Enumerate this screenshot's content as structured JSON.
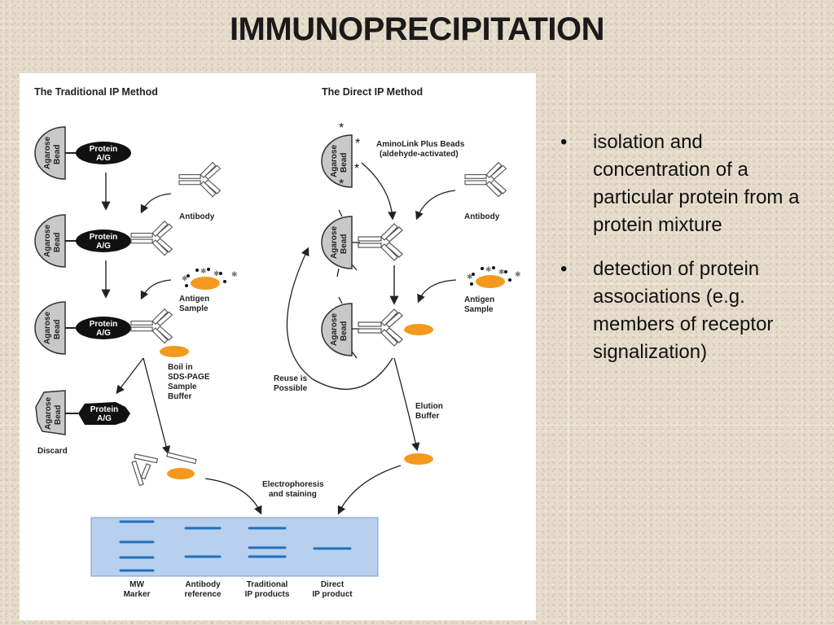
{
  "title": "IMMUNOPRECIPITATION",
  "diagram": {
    "traditional_header": "The Traditional IP Method",
    "direct_header": "The Direct IP Method",
    "bead_label_1": "Agarose",
    "bead_label_2": "Bead",
    "protein_label_1": "Protein",
    "protein_label_2": "A/G",
    "antibody_label": "Antibody",
    "antigen_label_1": "Antigen",
    "antigen_label_2": "Sample",
    "aminolink_1": "AminoLink Plus Beads",
    "aminolink_2": "(aldehyde-activated)",
    "boil_1": "Boil in",
    "boil_2": "SDS-PAGE",
    "boil_3": "Sample",
    "boil_4": "Buffer",
    "discard": "Discard",
    "reuse_1": "Reuse is",
    "reuse_2": "Possible",
    "elution_1": "Elution",
    "elution_2": "Buffer",
    "electro_1": "Electrophoresis",
    "electro_2": "and staining",
    "lanes": [
      {
        "line1": "MW",
        "line2": "Marker"
      },
      {
        "line1": "Antibody",
        "line2": "reference"
      },
      {
        "line1": "Traditional",
        "line2": "IP products"
      },
      {
        "line1": "Direct",
        "line2": "IP product"
      }
    ],
    "colors": {
      "antigen": "#f39a1e",
      "gel": "#b8d0ee",
      "band": "#1f6fbf",
      "bead": "#c8c8c8"
    }
  },
  "bullets": [
    {
      "marker": "•",
      "text": "isolation and concentration of a particular protein from a protein mixture"
    },
    {
      "marker": "•",
      "text": "detection of protein associations (e.g. members of receptor signalization)"
    }
  ]
}
